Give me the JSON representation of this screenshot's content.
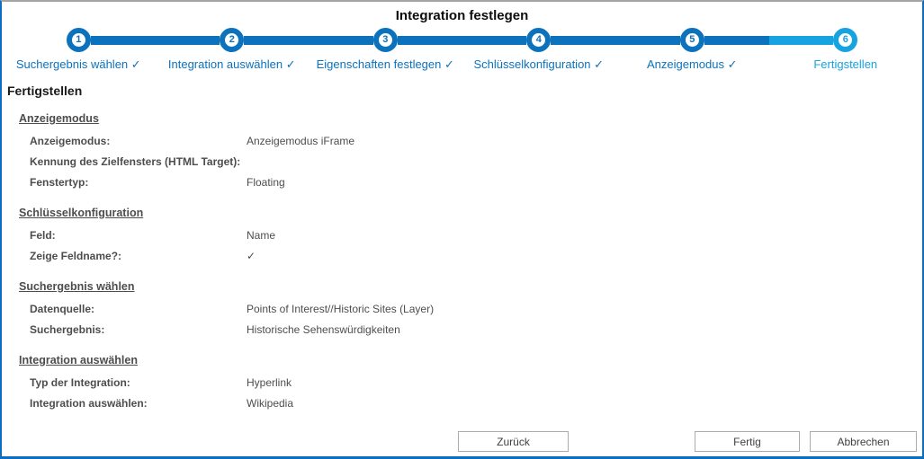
{
  "window": {
    "title": "Integration festlegen"
  },
  "colors": {
    "completed_blue": "#0c72bc",
    "current_blue": "#16a3e0",
    "border_blue": "#0a6fc2",
    "text_gray": "#4d4d4d"
  },
  "stepper": {
    "check_mark": "✓",
    "steps": [
      {
        "number": "1",
        "label": "Suchergebnis wählen",
        "checked": true,
        "state": "completed"
      },
      {
        "number": "2",
        "label": "Integration auswählen",
        "checked": true,
        "state": "completed"
      },
      {
        "number": "3",
        "label": "Eigenschaften festlegen",
        "checked": true,
        "state": "completed"
      },
      {
        "number": "4",
        "label": "Schlüsselkonfiguration",
        "checked": true,
        "state": "completed"
      },
      {
        "number": "5",
        "label": "Anzeigemodus",
        "checked": true,
        "state": "completed"
      },
      {
        "number": "6",
        "label": "Fertigstellen",
        "checked": false,
        "state": "current"
      }
    ]
  },
  "page": {
    "heading": "Fertigstellen"
  },
  "sections": [
    {
      "title": "Anzeigemodus",
      "rows": [
        {
          "label": "Anzeigemodus:",
          "value": "Anzeigemodus iFrame"
        },
        {
          "label": "Kennung des Zielfensters (HTML Target):",
          "value": ""
        },
        {
          "label": "Fenstertyp:",
          "value": "Floating"
        }
      ]
    },
    {
      "title": "Schlüsselkonfiguration",
      "rows": [
        {
          "label": "Feld:",
          "value": "Name"
        },
        {
          "label": "Zeige Feldname?:",
          "value": "✓"
        }
      ]
    },
    {
      "title": "Suchergebnis wählen",
      "rows": [
        {
          "label": "Datenquelle:",
          "value": "Points of Interest//Historic Sites (Layer)"
        },
        {
          "label": "Suchergebnis:",
          "value": "Historische Sehenswürdigkeiten"
        }
      ]
    },
    {
      "title": "Integration auswählen",
      "rows": [
        {
          "label": "Typ der Integration:",
          "value": "Hyperlink"
        },
        {
          "label": "Integration auswählen:",
          "value": "Wikipedia"
        }
      ]
    }
  ],
  "footer": {
    "back_label": "Zurück",
    "finish_label": "Fertig",
    "cancel_label": "Abbrechen"
  }
}
